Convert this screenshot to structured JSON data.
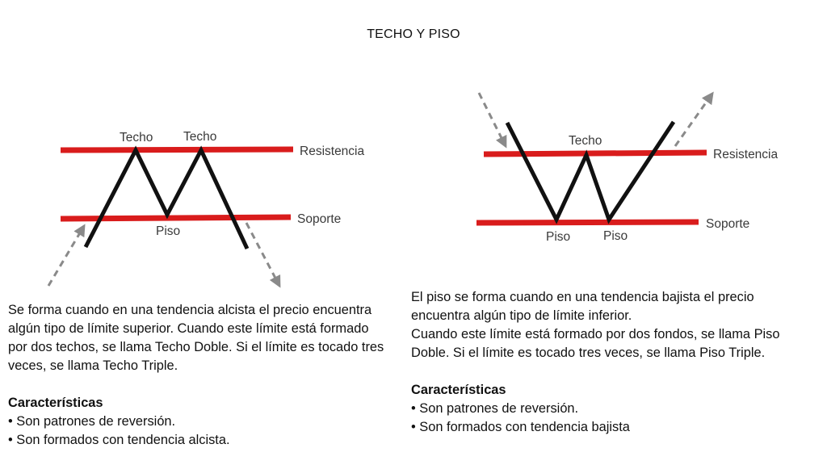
{
  "title": "TECHO Y PISO",
  "left_diagram": {
    "pattern": "Techo Doble",
    "labels": {
      "top_1": "Techo",
      "top_2": "Techo",
      "bottom": "Piso",
      "resistance": "Resistencia",
      "support": "Soporte"
    }
  },
  "right_diagram": {
    "pattern": "Piso Doble",
    "labels": {
      "top": "Techo",
      "bottom_1": "Piso",
      "bottom_2": "Piso",
      "resistance": "Resistencia",
      "support": "Soporte"
    }
  },
  "colors": {
    "level_line": "#d91c1c",
    "price_line": "#111111",
    "trend_arrow": "#8a8a8a"
  },
  "left_text": {
    "lines": [
      "Se forma cuando en una tendencia alcista el precio encuentra algún tipo de límite superior. Cuando este límite está formado por dos techos, se llama Techo Doble. Si el límite es tocado tres veces, se llama Techo Triple."
    ],
    "heading": "Características",
    "bullets": [
      "Son patrones de reversión.",
      "Son formados con tendencia alcista."
    ]
  },
  "right_text": {
    "lines": [
      "El piso se forma cuando en una tendencia bajista el precio encuentra algún tipo de límite inferior.",
      "Cuando este límite está formado por dos fondos, se llama Piso Doble. Si el límite es tocado tres veces, se llama Piso Triple."
    ],
    "heading": "Características",
    "bullets": [
      "Son patrones de reversión.",
      "Son formados con tendencia bajista"
    ]
  }
}
